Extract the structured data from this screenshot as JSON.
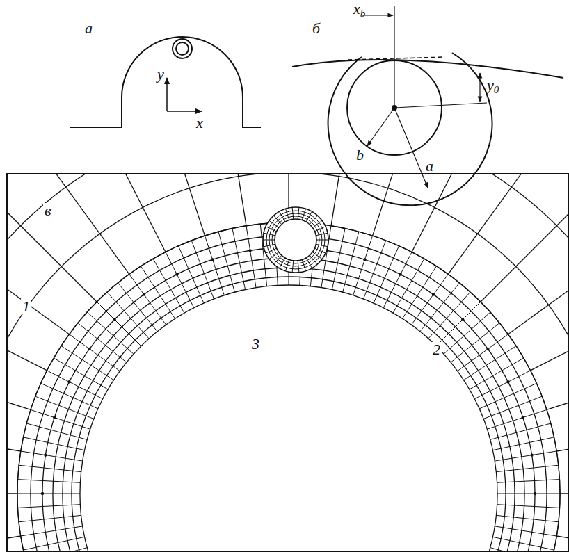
{
  "diagram": {
    "labels": [
      "а",
      "б",
      "y",
      "x",
      "xb",
      "b",
      "a",
      "y0",
      "в",
      "1",
      "2",
      "3"
    ]
  }
}
